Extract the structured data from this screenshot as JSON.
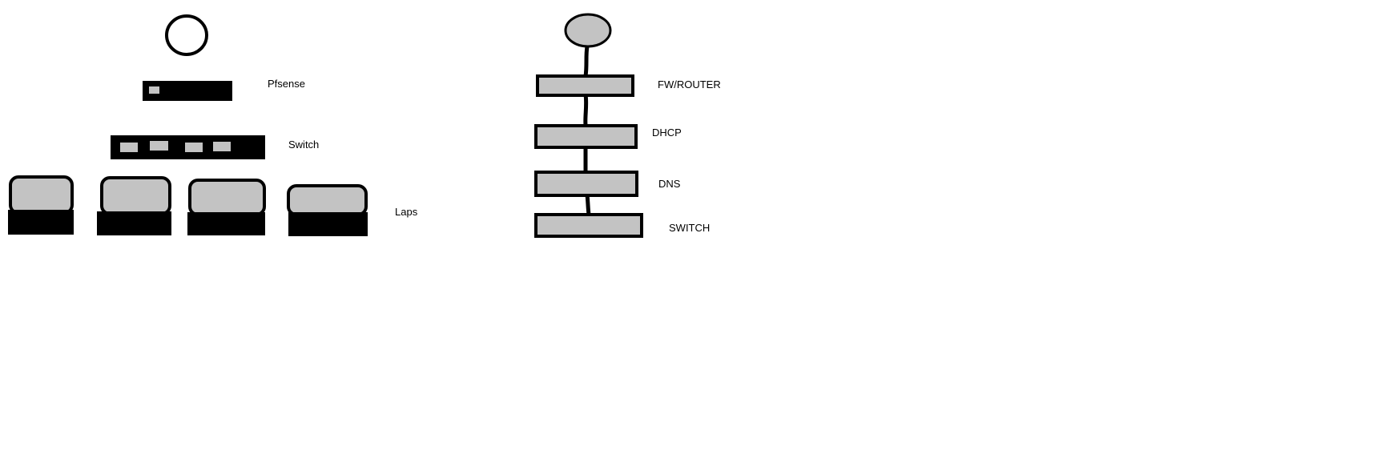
{
  "colors": {
    "background": "#ffffff",
    "ink": "#000000",
    "fill": "#c3c3c3"
  },
  "left_diagram": {
    "nodes": [
      {
        "name": "internet-icon",
        "icon": "circle-outline"
      },
      {
        "name": "pfsense-device",
        "icon": "black-box-one-port"
      },
      {
        "name": "switch-device",
        "icon": "black-box-four-ports"
      },
      {
        "name": "laptop-1",
        "icon": "laptop"
      },
      {
        "name": "laptop-2",
        "icon": "laptop"
      },
      {
        "name": "laptop-3",
        "icon": "laptop"
      },
      {
        "name": "laptop-4",
        "icon": "laptop"
      }
    ],
    "labels": {
      "pfsense": "Pfsense",
      "switch": "Switch",
      "laps": "Laps"
    }
  },
  "right_diagram": {
    "top_icon": "filled-ellipse",
    "labels": {
      "fw_router": "FW/ROUTER",
      "dhcp": "DHCP",
      "dns": "DNS",
      "switch": "SWITCH"
    }
  }
}
